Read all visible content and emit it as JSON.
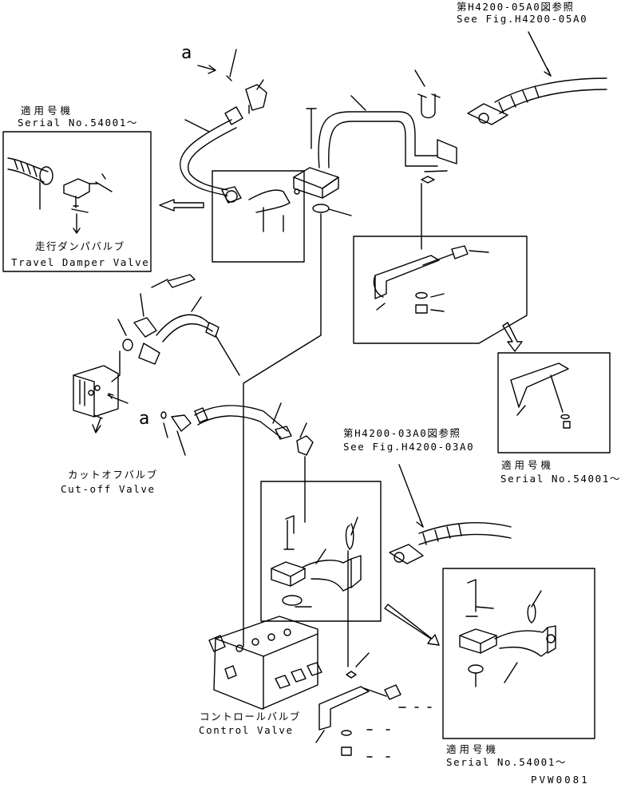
{
  "refs": {
    "top_right_jp": "第H4200-05A0図参照",
    "top_right_en": "See Fig.H4200-05A0",
    "mid_right_jp": "第H4200-03A0図参照",
    "mid_right_en": "See Fig.H4200-03A0"
  },
  "serial_boxes": {
    "left_jp": "適用号機",
    "left_en": "Serial No.54001～",
    "right_jp": "適用号機",
    "right_en": "Serial No.54001～",
    "bottom_jp": "適用号機",
    "bottom_en": "Serial No.54001～"
  },
  "components": {
    "travel_damper_jp": "走行ダンパバルブ",
    "travel_damper_en": "Travel Damper Valve",
    "cutoff_jp": "カットオフバルブ",
    "cutoff_en": "Cut-off Valve",
    "control_jp": "コントロールバルブ",
    "control_en": "Control Valve"
  },
  "markers": {
    "a1": "a",
    "a2": "a"
  },
  "drawing_code": "PVW0081"
}
